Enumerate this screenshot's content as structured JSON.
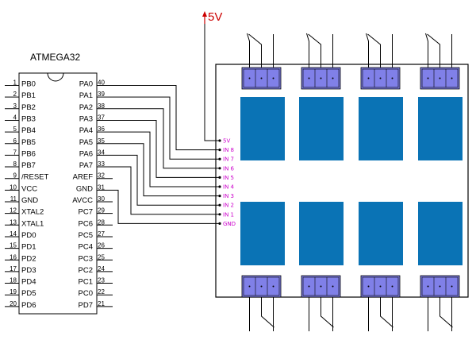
{
  "mcu": {
    "title": "ATMEGA32",
    "left_pins": [
      {
        "num": "1",
        "name": "PB0"
      },
      {
        "num": "2",
        "name": "PB1"
      },
      {
        "num": "3",
        "name": "PB2"
      },
      {
        "num": "4",
        "name": "PB3"
      },
      {
        "num": "5",
        "name": "PB4"
      },
      {
        "num": "6",
        "name": "PB5"
      },
      {
        "num": "7",
        "name": "PB6"
      },
      {
        "num": "8",
        "name": "PB7"
      },
      {
        "num": "9",
        "name": "/RESET"
      },
      {
        "num": "10",
        "name": "VCC"
      },
      {
        "num": "11",
        "name": "GND"
      },
      {
        "num": "12",
        "name": "XTAL2"
      },
      {
        "num": "13",
        "name": "XTAL1"
      },
      {
        "num": "14",
        "name": "PD0"
      },
      {
        "num": "15",
        "name": "PD1"
      },
      {
        "num": "16",
        "name": "PD2"
      },
      {
        "num": "17",
        "name": "PD3"
      },
      {
        "num": "18",
        "name": "PD4"
      },
      {
        "num": "19",
        "name": "PD5"
      },
      {
        "num": "20",
        "name": "PD6"
      }
    ],
    "right_pins": [
      {
        "num": "40",
        "name": "PA0"
      },
      {
        "num": "39",
        "name": "PA1"
      },
      {
        "num": "38",
        "name": "PA2"
      },
      {
        "num": "37",
        "name": "PA3"
      },
      {
        "num": "36",
        "name": "PA4"
      },
      {
        "num": "35",
        "name": "PA5"
      },
      {
        "num": "34",
        "name": "PA6"
      },
      {
        "num": "33",
        "name": "PA7"
      },
      {
        "num": "32",
        "name": "AREF"
      },
      {
        "num": "31",
        "name": "GND"
      },
      {
        "num": "30",
        "name": "AVCC"
      },
      {
        "num": "29",
        "name": "PC7"
      },
      {
        "num": "28",
        "name": "PC6"
      },
      {
        "num": "27",
        "name": "PC5"
      },
      {
        "num": "26",
        "name": "PC4"
      },
      {
        "num": "25",
        "name": "PC3"
      },
      {
        "num": "24",
        "name": "PC2"
      },
      {
        "num": "23",
        "name": "PC1"
      },
      {
        "num": "22",
        "name": "PC0"
      },
      {
        "num": "21",
        "name": "PD7"
      }
    ]
  },
  "supply_label": "5V",
  "relay_board": {
    "connector_labels": [
      "5V",
      "IN 8",
      "IN 7",
      "IN 6",
      "IN 5",
      "IN 4",
      "IN 3",
      "IN 2",
      "IN 1",
      "GND"
    ]
  },
  "colors": {
    "relay": "#0a73b5",
    "terminal": "#8080e8",
    "supply_wire": "#cc0000",
    "connector_text": "#cc00cc"
  }
}
